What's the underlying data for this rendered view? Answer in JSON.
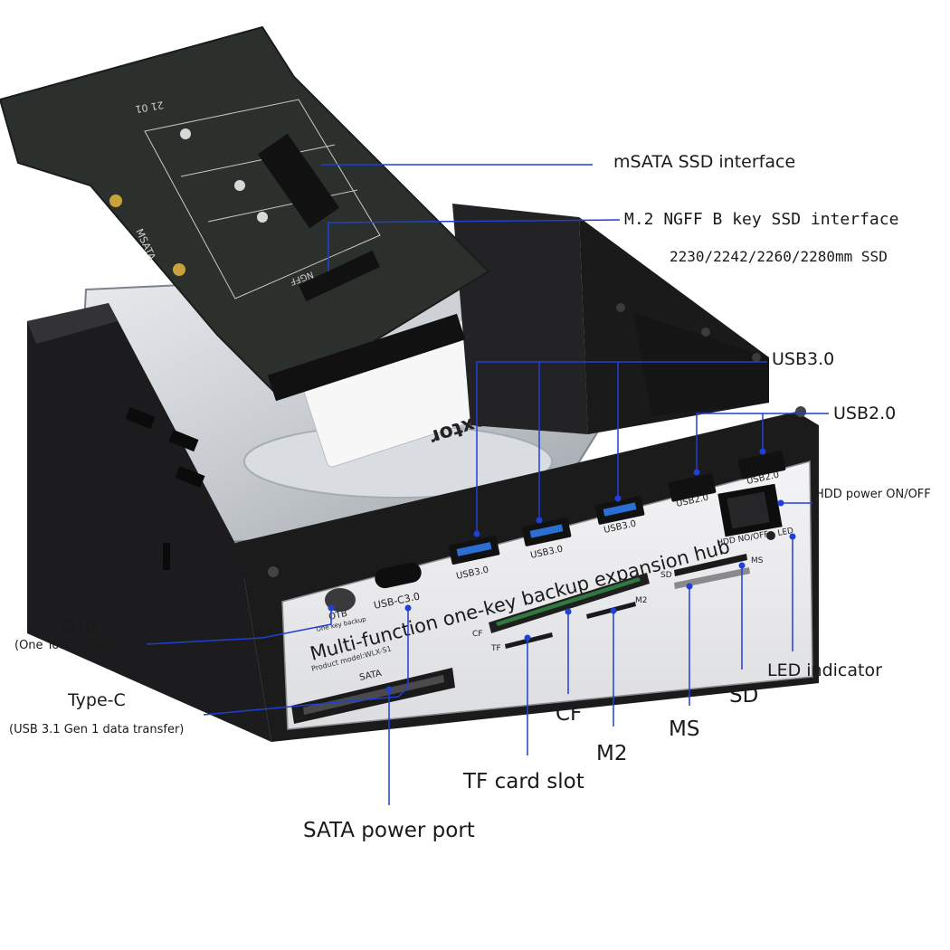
{
  "callouts": {
    "msata": "mSATA SSD interface",
    "m2_title": "M.2 NGFF B key SSD interface",
    "m2_sizes": "2230/2242/2260/2280mm SSD",
    "usb3": "USB3.0",
    "usb2": "USB2.0",
    "hdd_power": "HDD power ON/OFF",
    "led": "LED indicator",
    "sd": "SD",
    "ms": "MS",
    "m2": "M2",
    "cf": "CF",
    "tf": "TF card slot",
    "sata": "SATA power port",
    "typec": "Type-C",
    "typec_note": "(USB 3.1 Gen 1 data transfer)",
    "otb": "OTB",
    "otb_note": "(One Touch Backup)"
  },
  "device": {
    "brand_title": "Multi-function one-key backup expansion hub",
    "product_model": "Product model:WLX-S1",
    "usb30_port_label": "USB3.0",
    "usb20_port_label": "USB2.0",
    "usbc_port_label": "USB-C3.0",
    "otb_button_label": "OTB",
    "otb_button_sub": "One key backup",
    "sata_label": "SATA",
    "cf_label": "CF",
    "tf_label": "TF",
    "m2_slot_label": "M2",
    "sd_label": "SD",
    "ms_label": "MS",
    "hdd_switch_label": "HDD NO/OFF",
    "led_label": "LED",
    "hdd_brand": "Maxtor",
    "msata_pcb_label": "MSATA",
    "ngff_pcb_label": "NGFF",
    "pcb_code": "21 01"
  },
  "colors": {
    "callout_line": "#1f3fd6",
    "housing": "#1b1b1c",
    "panel": "#ececee",
    "pcb": "#2b2f2c",
    "usb3_blue": "#2b6fd4"
  }
}
